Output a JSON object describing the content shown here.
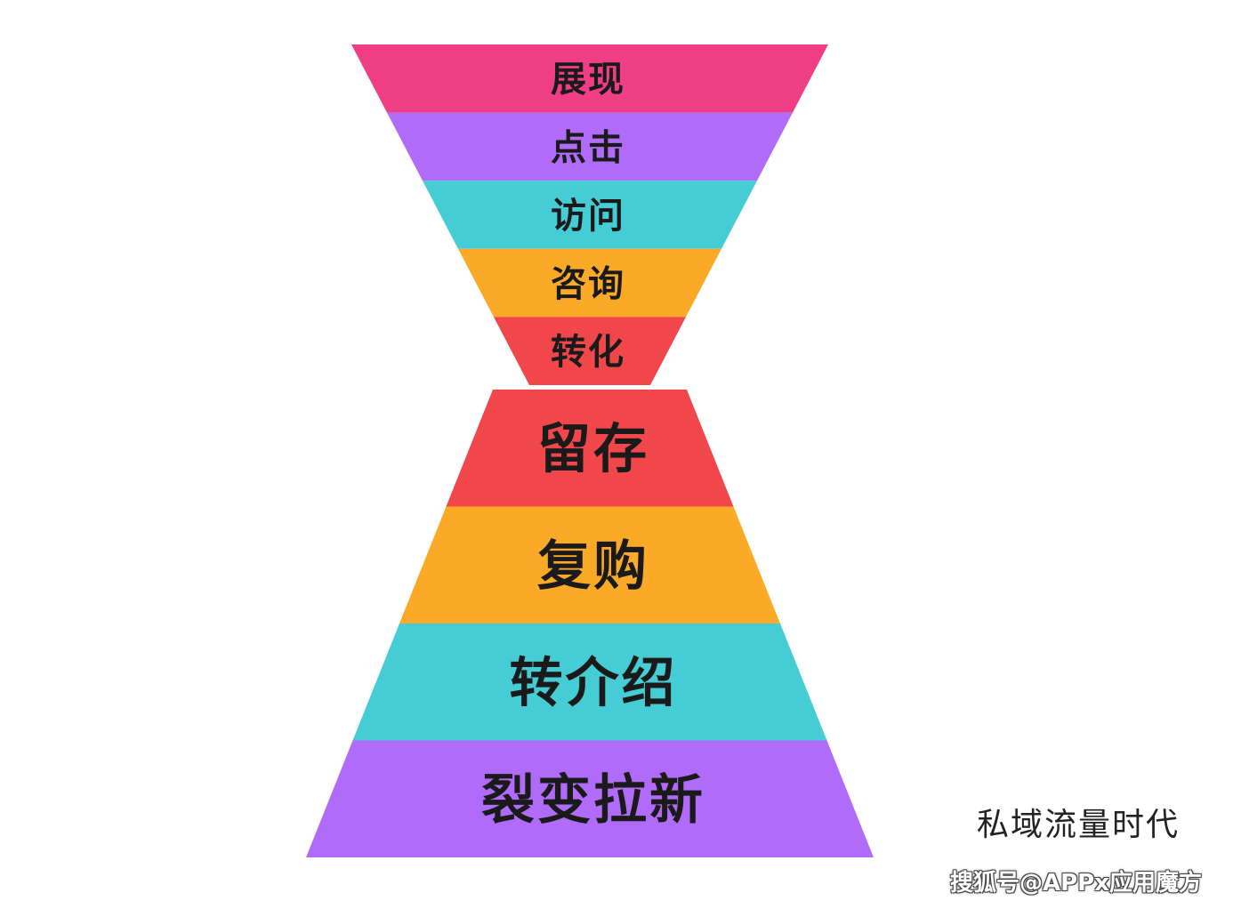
{
  "funnel": {
    "bands": [
      {
        "label": "展现",
        "color": "#F03E86"
      },
      {
        "label": "点击",
        "color": "#B06CF8"
      },
      {
        "label": "访问",
        "color": "#45CCD4"
      },
      {
        "label": "咨询",
        "color": "#FBAA28"
      },
      {
        "label": "转化",
        "color": "#F2474A"
      }
    ]
  },
  "pyramid": {
    "bands": [
      {
        "label": "留存",
        "color": "#F2474A"
      },
      {
        "label": "复购",
        "color": "#FBAA28"
      },
      {
        "label": "转介绍",
        "color": "#45CCD4"
      },
      {
        "label": "裂变拉新",
        "color": "#B06CF8"
      }
    ]
  },
  "caption": "私域流量时代",
  "watermark": "搜狐号@APPx应用魔方"
}
